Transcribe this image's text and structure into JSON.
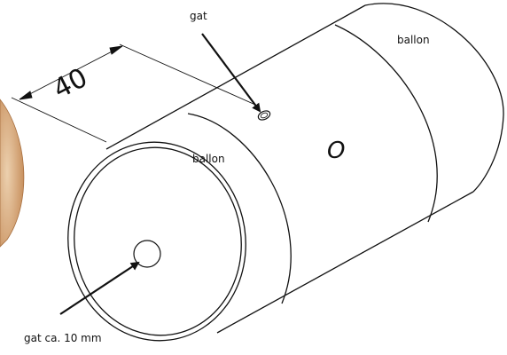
{
  "labels": {
    "hole_top": "gat",
    "balloon_right": "ballon",
    "balloon_left": "ballon",
    "letter": "O",
    "hole_bottom": "gat ca. 10 mm",
    "dimension": "40"
  },
  "colors": {
    "line": "#111111",
    "wood_light": "#e9c9a5",
    "wood_dark": "#c89060"
  }
}
